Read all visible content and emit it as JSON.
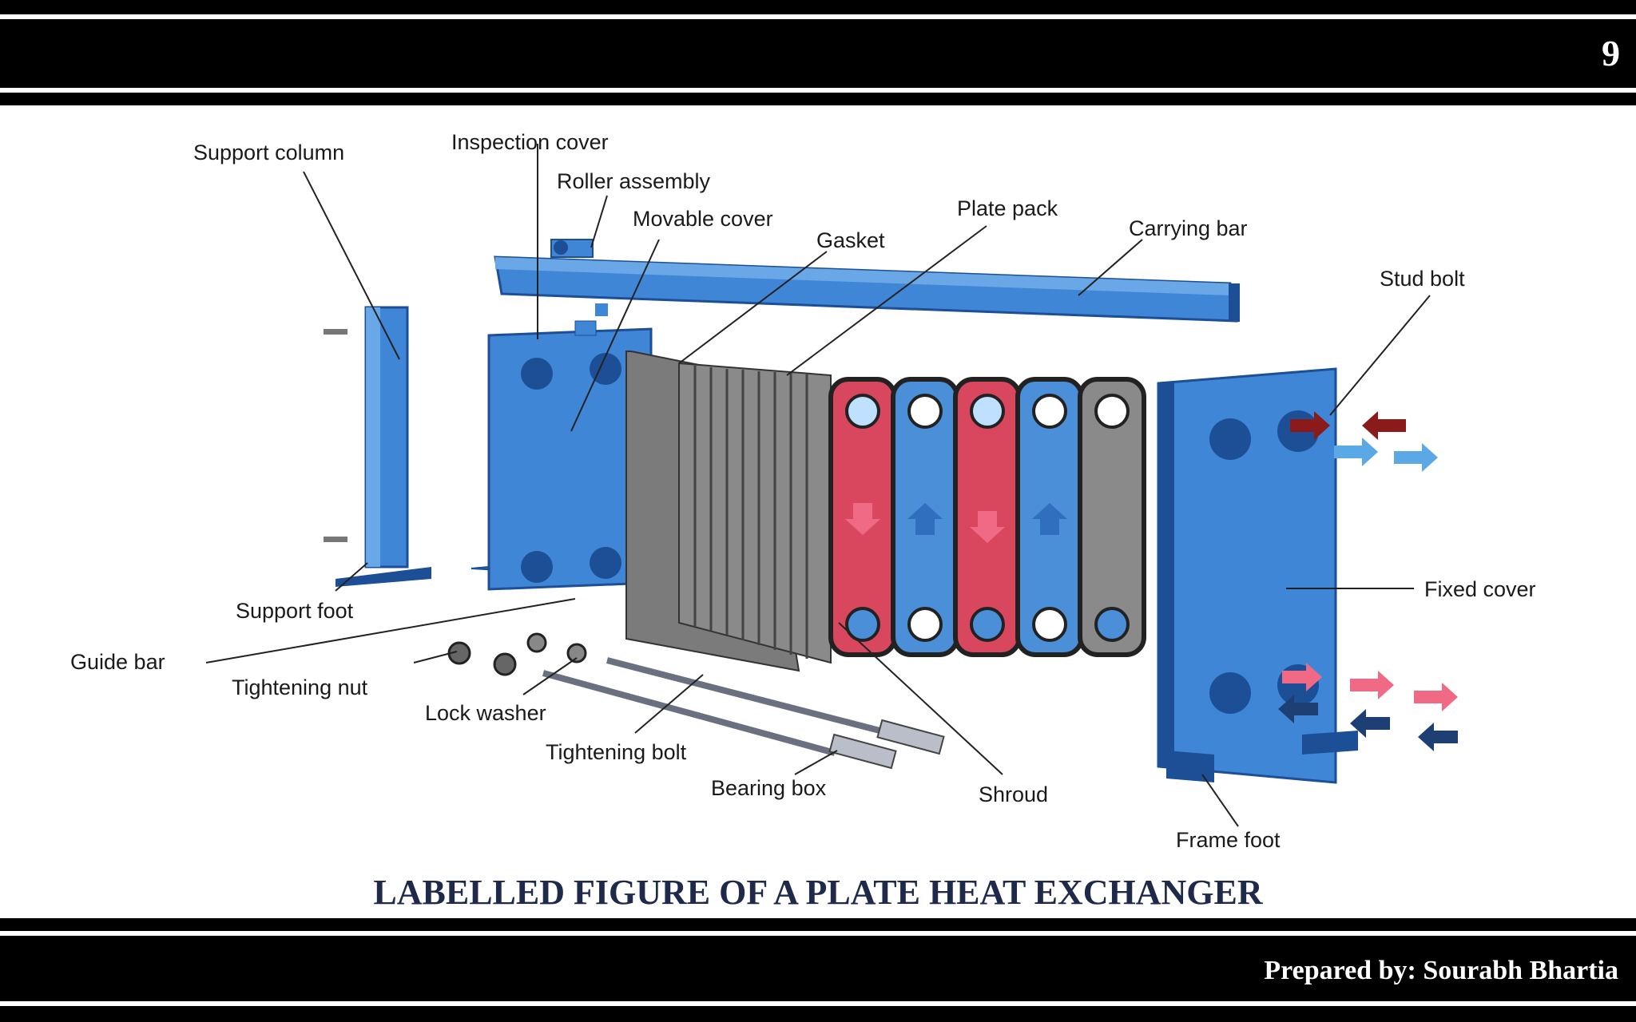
{
  "slide": {
    "number": "9",
    "footer": "Prepared by: Sourabh Bhartia",
    "caption": "LABELLED FIGURE OF A PLATE HEAT EXCHANGER"
  },
  "diagram": {
    "labels": {
      "support_column": "Support column",
      "inspection_cover": "Inspection cover",
      "roller_assembly": "Roller assembly",
      "movable_cover": "Movable cover",
      "gasket": "Gasket",
      "plate_pack": "Plate pack",
      "carrying_bar": "Carrying bar",
      "stud_bolt": "Stud bolt",
      "fixed_cover": "Fixed cover",
      "support_foot": "Support foot",
      "guide_bar": "Guide bar",
      "tightening_nut": "Tightening nut",
      "lock_washer": "Lock washer",
      "tightening_bolt": "Tightening bolt",
      "bearing_box": "Bearing box",
      "shroud": "Shroud",
      "frame_foot": "Frame foot"
    },
    "colors": {
      "frame_blue": "#3f86d6",
      "frame_dark": "#1d4f96",
      "hot_plate": "#d9475f",
      "cold_plate": "#4a8fd8",
      "shroud_grey": "#7b7b7b",
      "hot_arrow": "#8b1a1a",
      "hot_arrow_light": "#f06a85",
      "cold_arrow_light": "#5aa8e6",
      "cold_arrow_dark": "#1e3f73"
    }
  }
}
